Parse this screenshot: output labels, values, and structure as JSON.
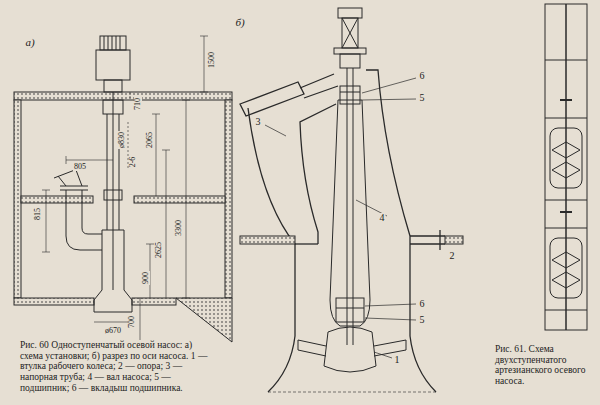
{
  "diagram": {
    "caption": "Рис. 60 Одноступенчатый осевой насос: а) схема установки; б) разрез по оси насоса. 1 — втулка рабочего колеса; 2 — опора; 3 — напорная труба; 4 — вал насоса; 5 — подшипник; 6 — вкладыш подшипника.",
    "labels": [
      "а)",
      "1500",
      "710",
      "ø830",
      "2-6",
      "2065",
      "805",
      "3300",
      "2625",
      "815",
      "900",
      "700",
      "ø670",
      "б)",
      "3",
      "6",
      "5",
      "4",
      "2",
      "6",
      "5",
      "1",
      "Рис. 61. Схема двухступенчатого артезианского осевого насоса."
    ]
  }
}
